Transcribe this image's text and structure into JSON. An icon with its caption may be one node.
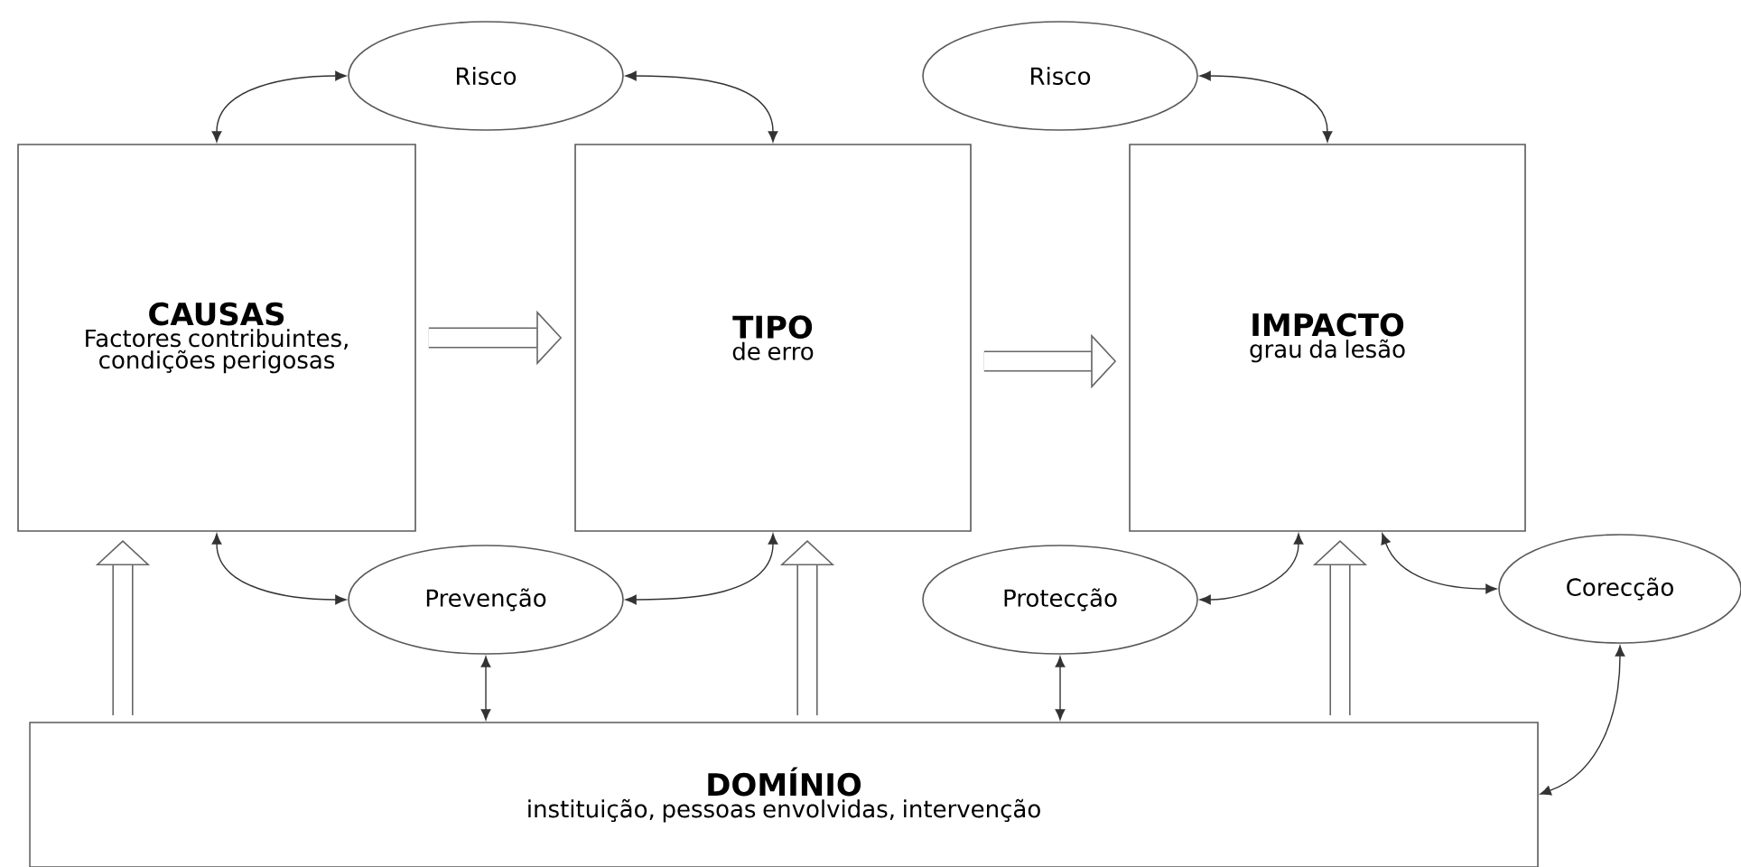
{
  "diagram": {
    "nodes": [
      {
        "text": [
          "Risco"
        ]
      },
      {
        "text": [
          "Risco"
        ]
      },
      {
        "text": [
          "CAUSAS",
          "Factores contribuintes, condições perigosas"
        ]
      },
      {
        "text": [
          "TIPO",
          "de erro"
        ]
      },
      {
        "text": [
          "IMPACTO",
          "grau da lesão"
        ]
      },
      {
        "text": [
          "Prevenção"
        ]
      },
      {
        "text": [
          "Protecção"
        ]
      },
      {
        "text": [
          "Corecção"
        ]
      },
      {
        "text": [
          "DOMÍNIO",
          "instituição, pessoas envolvidas, intervenção"
        ]
      }
    ],
    "edges": [
      {
        "from": 0,
        "to": 2,
        "arrow": "both"
      },
      {
        "from": 0,
        "to": 3,
        "arrow": "both"
      },
      {
        "from": 1,
        "to": 4,
        "arrow": "both"
      },
      {
        "from": 2,
        "to": 3,
        "arrow": "to",
        "style": "thick"
      },
      {
        "from": 3,
        "to": 4,
        "arrow": "to",
        "style": "thick"
      },
      {
        "from": 5,
        "to": 2,
        "arrow": "both"
      },
      {
        "from": 5,
        "to": 3,
        "arrow": "both"
      },
      {
        "from": 6,
        "to": 4,
        "arrow": "both"
      },
      {
        "from": 7,
        "to": 4,
        "arrow": "both"
      },
      {
        "from": 8,
        "to": 2,
        "arrow": "to",
        "style": "thick"
      },
      {
        "from": 8,
        "to": 3,
        "arrow": "to",
        "style": "thick"
      },
      {
        "from": 8,
        "to": 4,
        "arrow": "to",
        "style": "thick"
      },
      {
        "from": 5,
        "to": 8,
        "arrow": "both"
      },
      {
        "from": 6,
        "to": 8,
        "arrow": "both"
      },
      {
        "from": 7,
        "to": 8,
        "arrow": "both"
      }
    ]
  }
}
